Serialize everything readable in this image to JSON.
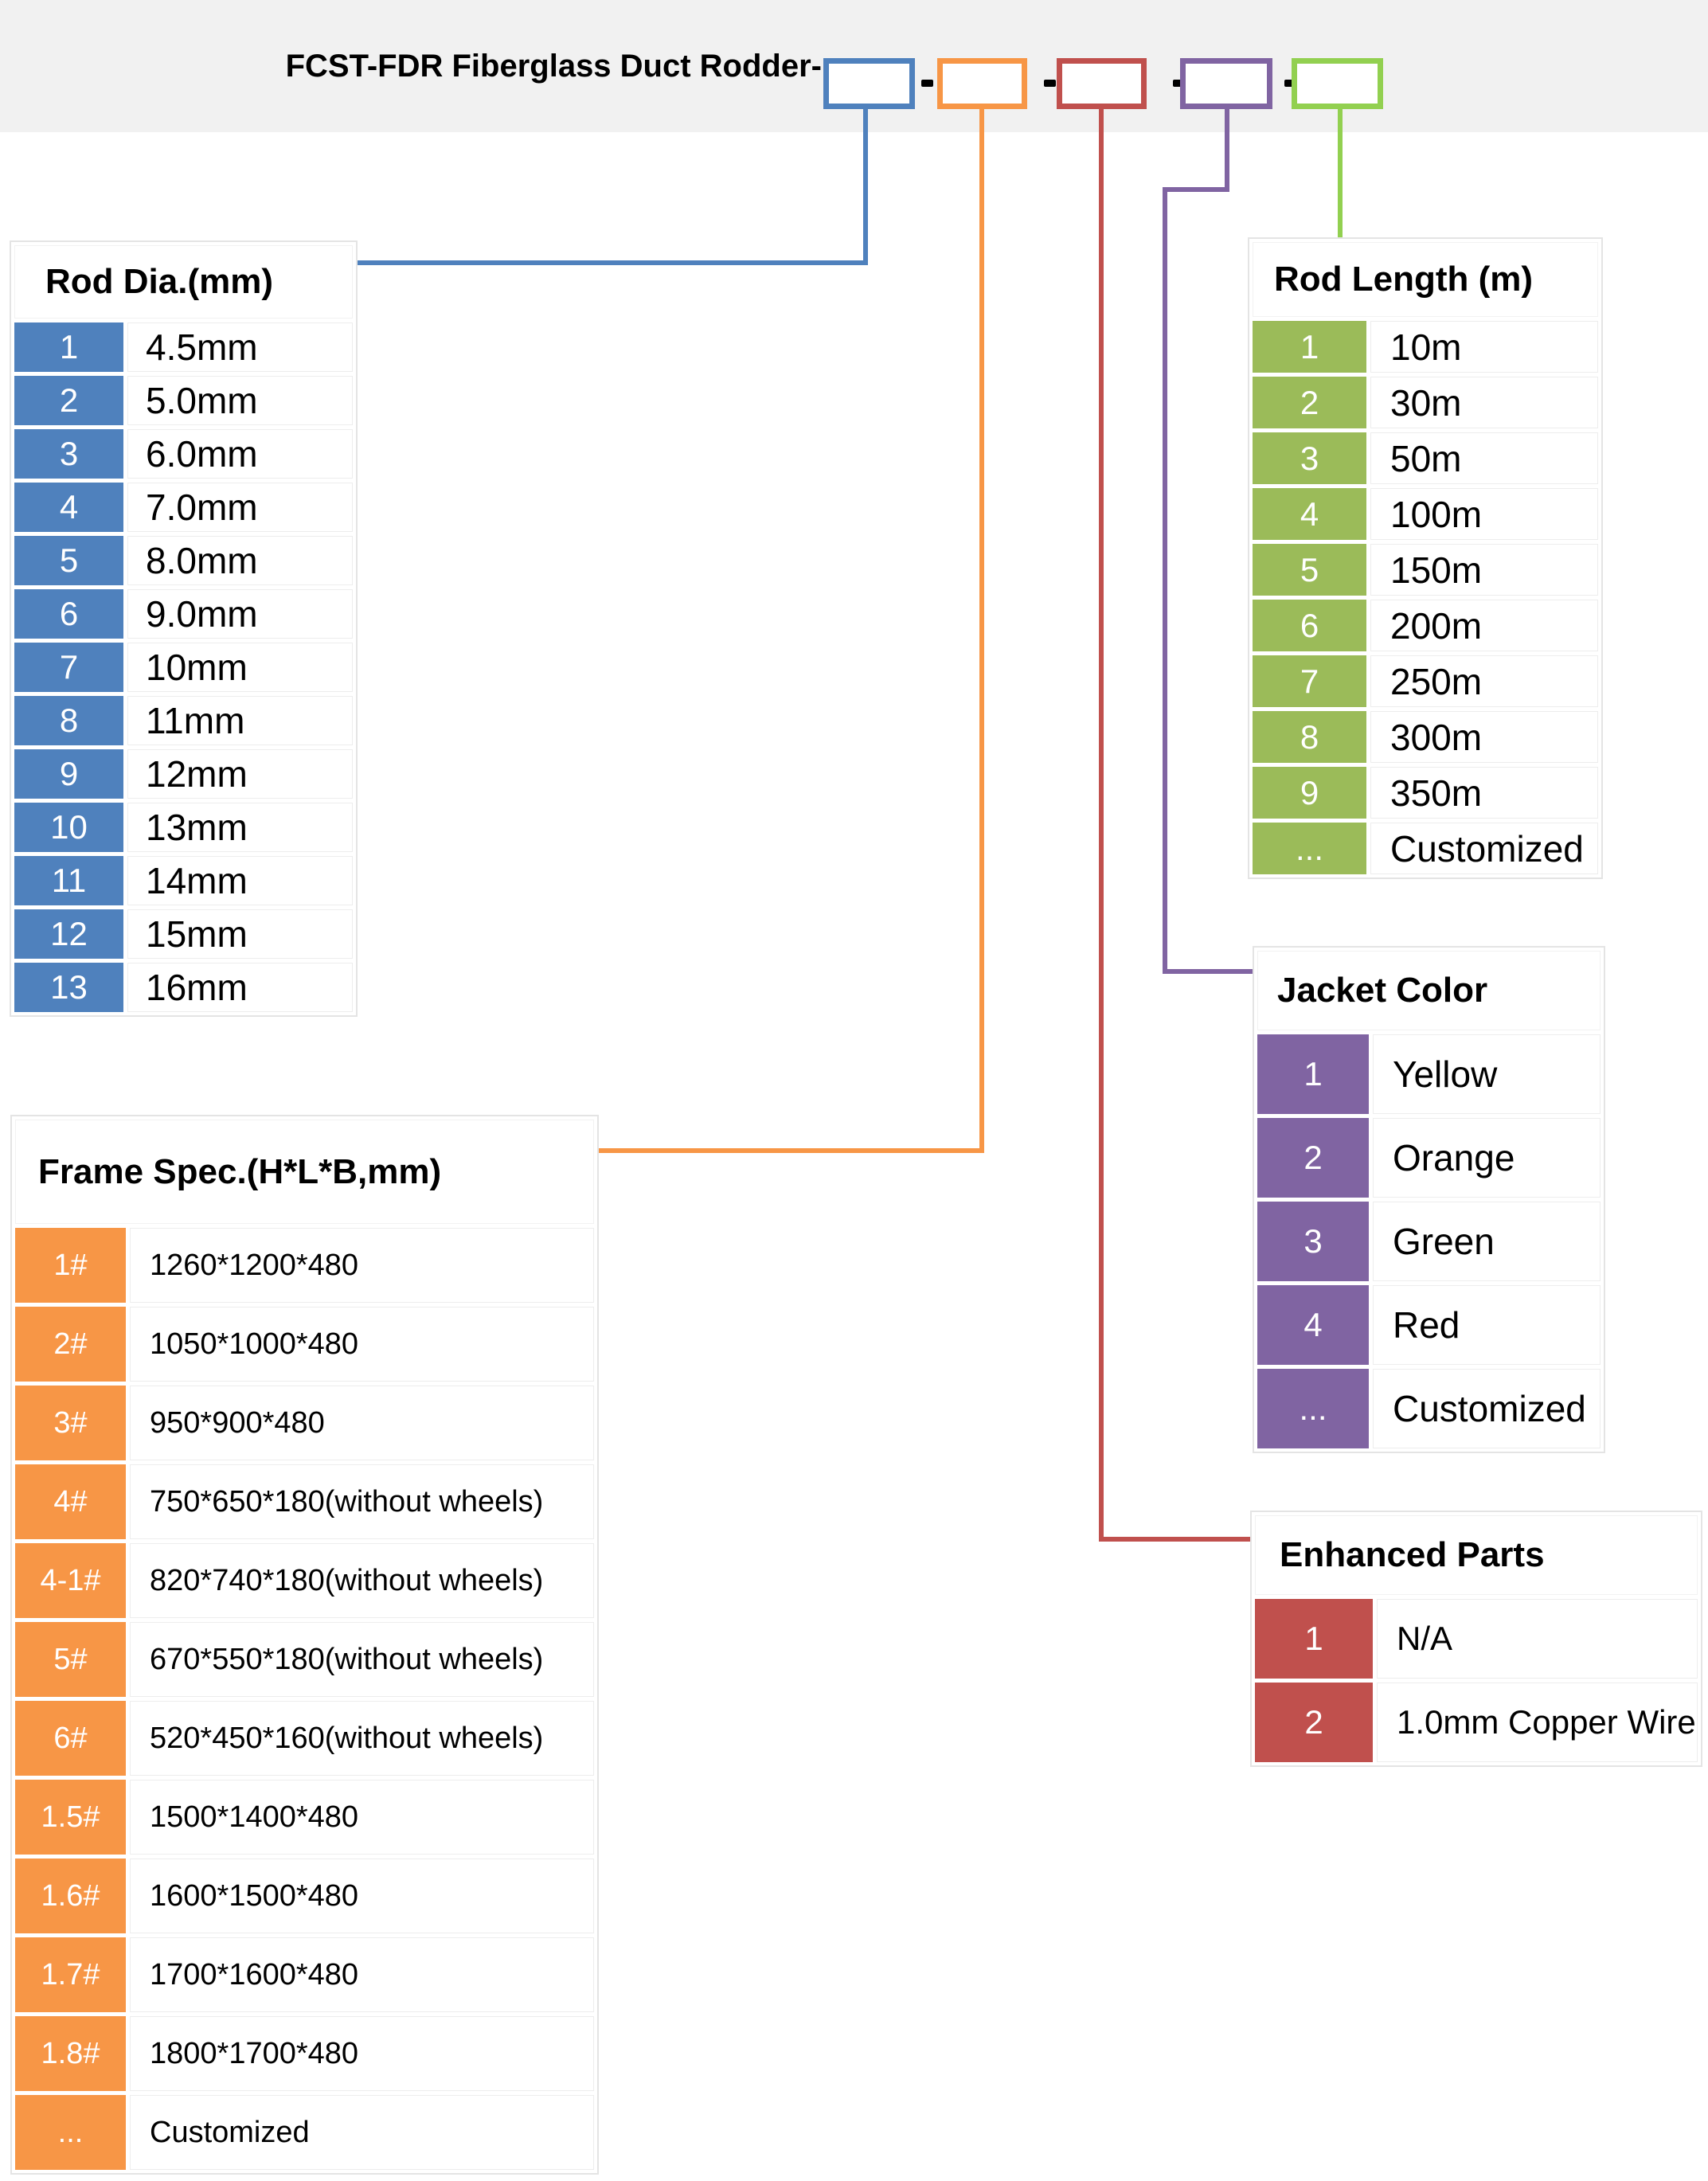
{
  "title": "FCST-FDR Fiberglass Duct Rodder-",
  "palette": {
    "blue": "#4F81BD",
    "orange": "#F79646",
    "red": "#C0504D",
    "purple": "#8064A2",
    "olive": "#9BBB59",
    "lime": "#92D050",
    "banner_bg": "#F1F1F1"
  },
  "code_boxes": [
    {
      "name": "rod-dia",
      "color": "#4F81BD"
    },
    {
      "name": "frame-spec",
      "color": "#F79646"
    },
    {
      "name": "enhanced-parts",
      "color": "#C0504D"
    },
    {
      "name": "jacket-color",
      "color": "#8064A2"
    },
    {
      "name": "rod-length",
      "color": "#92D050"
    }
  ],
  "tables": {
    "rod_dia": {
      "header": "Rod Dia.(mm)",
      "accent": "#4F81BD",
      "rows": [
        [
          "1",
          "4.5mm"
        ],
        [
          "2",
          "5.0mm"
        ],
        [
          "3",
          "6.0mm"
        ],
        [
          "4",
          "7.0mm"
        ],
        [
          "5",
          "8.0mm"
        ],
        [
          "6",
          "9.0mm"
        ],
        [
          "7",
          "10mm"
        ],
        [
          "8",
          "11mm"
        ],
        [
          "9",
          "12mm"
        ],
        [
          "10",
          "13mm"
        ],
        [
          "11",
          "14mm"
        ],
        [
          "12",
          "15mm"
        ],
        [
          "13",
          "16mm"
        ]
      ]
    },
    "frame_spec": {
      "header": "Frame Spec.(H*L*B,mm)",
      "accent": "#F79646",
      "rows": [
        [
          "1#",
          "1260*1200*480"
        ],
        [
          "2#",
          "1050*1000*480"
        ],
        [
          "3#",
          "950*900*480"
        ],
        [
          "4#",
          "750*650*180(without wheels)"
        ],
        [
          "4-1#",
          "820*740*180(without wheels)"
        ],
        [
          "5#",
          "670*550*180(without wheels)"
        ],
        [
          "6#",
          "520*450*160(without wheels)"
        ],
        [
          "1.5#",
          "1500*1400*480"
        ],
        [
          "1.6#",
          "1600*1500*480"
        ],
        [
          "1.7#",
          "1700*1600*480"
        ],
        [
          "1.8#",
          "1800*1700*480"
        ],
        [
          "...",
          "Customized"
        ]
      ]
    },
    "rod_length": {
      "header": "Rod Length (m)",
      "accent": "#9BBB59",
      "rows": [
        [
          "1",
          "10m"
        ],
        [
          "2",
          "30m"
        ],
        [
          "3",
          "50m"
        ],
        [
          "4",
          "100m"
        ],
        [
          "5",
          "150m"
        ],
        [
          "6",
          "200m"
        ],
        [
          "7",
          "250m"
        ],
        [
          "8",
          "300m"
        ],
        [
          "9",
          "350m"
        ],
        [
          "...",
          "Customized"
        ]
      ]
    },
    "jacket_color": {
      "header": "Jacket Color",
      "accent": "#8064A2",
      "rows": [
        [
          "1",
          "Yellow"
        ],
        [
          "2",
          "Orange"
        ],
        [
          "3",
          "Green"
        ],
        [
          "4",
          "Red"
        ],
        [
          "...",
          "Customized"
        ]
      ]
    },
    "enhanced_parts": {
      "header": "Enhanced Parts",
      "accent": "#C0504D",
      "rows": [
        [
          "1",
          "N/A"
        ],
        [
          "2",
          "1.0mm Copper Wire"
        ]
      ]
    }
  }
}
